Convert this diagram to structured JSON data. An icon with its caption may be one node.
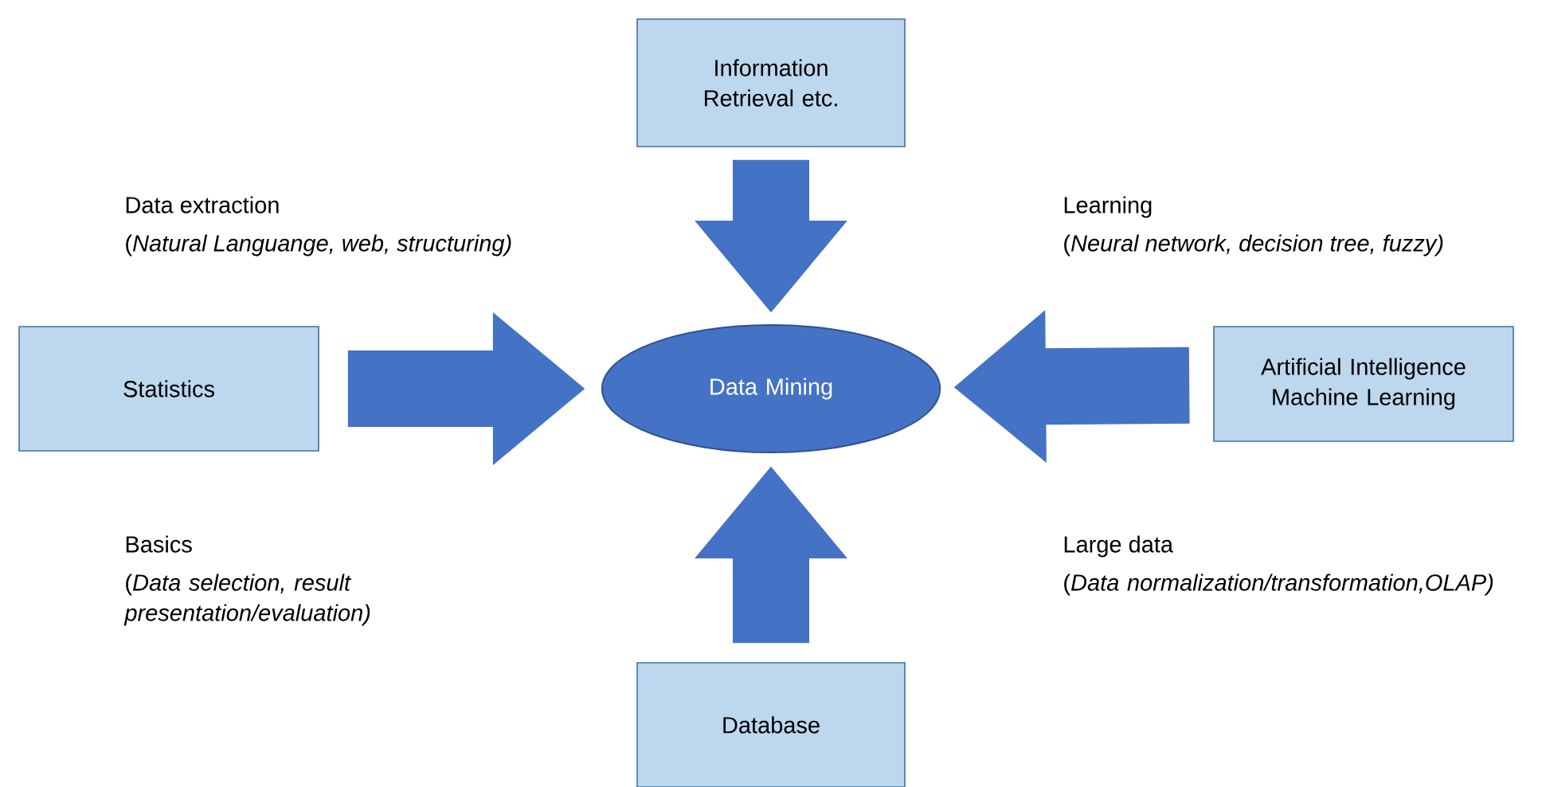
{
  "diagram": {
    "nodes": [
      {
        "text": [
          "Information Retrieval etc."
        ]
      },
      {
        "text": [
          "Statistics"
        ]
      },
      {
        "text": [
          "Data Mining"
        ]
      },
      {
        "text": [
          "Artificial Intelligence Machine Learning"
        ]
      },
      {
        "text": [
          "Database"
        ]
      }
    ],
    "edges": [
      {
        "from": 0,
        "to": 2,
        "arrow": "to"
      },
      {
        "from": 1,
        "to": 2,
        "arrow": "to"
      },
      {
        "from": 3,
        "to": 2,
        "arrow": "to"
      },
      {
        "from": 4,
        "to": 2,
        "arrow": "to"
      }
    ],
    "labels": [
      "Data extraction",
      "(*Natural Languange, web, structuring)*",
      "Learning",
      "(*Neural network, decision tree, fuzzy)*",
      "Basics",
      "(*Data selection, result presentation/evaluation)*",
      "Large data",
      "(*Data normalization/transformation,OLAP)*"
    ]
  }
}
